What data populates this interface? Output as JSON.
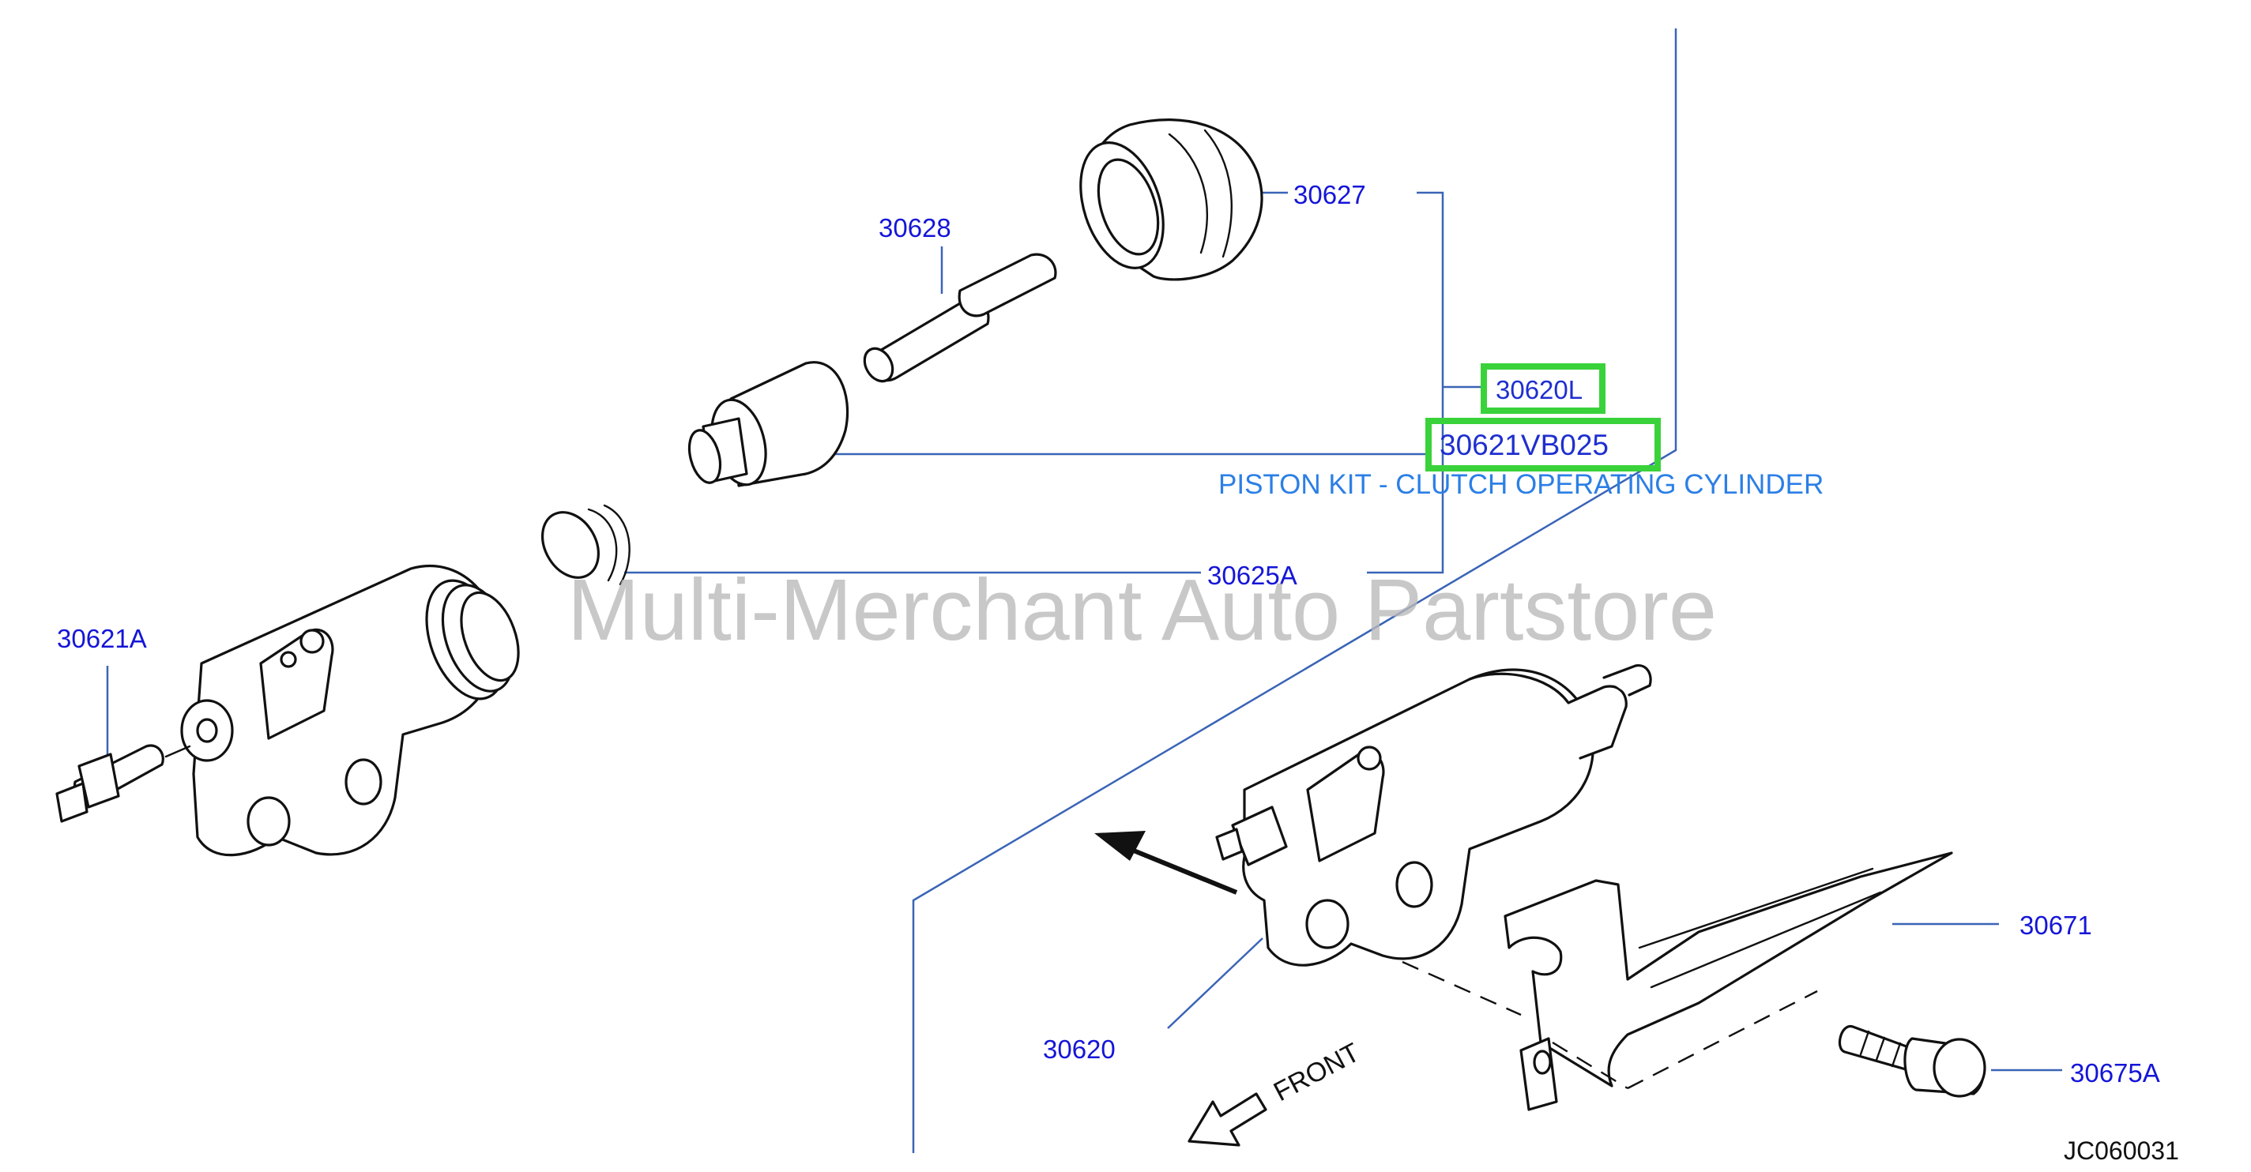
{
  "diagram": {
    "labels": {
      "p30627": "30627",
      "p30628": "30628",
      "p30620L": "30620L",
      "p30621VB025": "30621VB025",
      "p30625A": "30625A",
      "p30621A": "30621A",
      "p30620": "30620",
      "p30671": "30671",
      "p30675A": "30675A"
    },
    "description": "PISTON KIT - CLUTCH OPERATING CYLINDER",
    "front": "FRONT",
    "code": "JC060031",
    "watermark": "Multi-Merchant Auto Partstore",
    "highlighted_parts": [
      "30620L",
      "30621VB025"
    ]
  },
  "colors": {
    "label": "#1515d8",
    "description": "#2b7fe6",
    "leader": "#3a64b6",
    "highlight": "#3ad23a",
    "watermark": "#b9b9b9"
  }
}
